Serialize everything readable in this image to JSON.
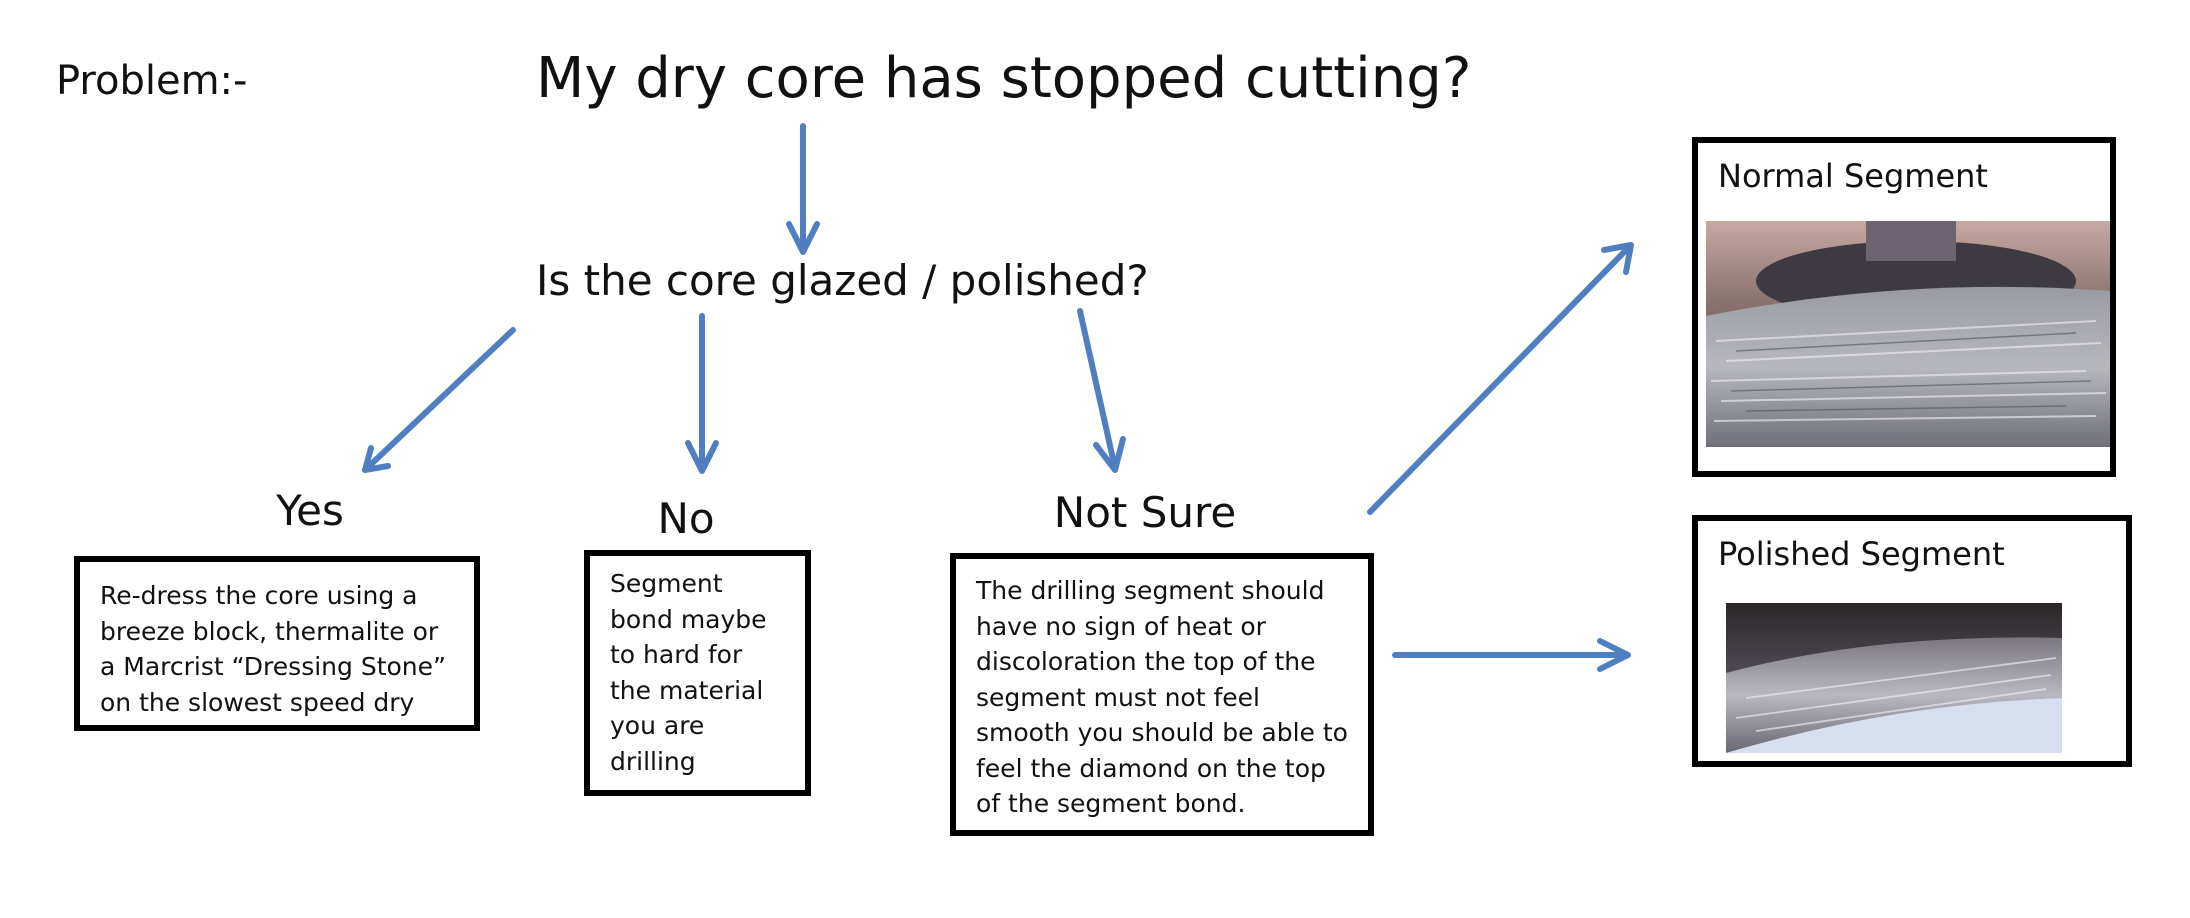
{
  "problem_label": "Problem:-",
  "main_question": "My dry core has stopped cutting?",
  "sub_question": "Is the core glazed / polished?",
  "branches": {
    "yes": {
      "label": "Yes",
      "lines": [
        "Re-dress the core using a",
        "breeze block,  thermalite or",
        "a Marcrist “Dressing Stone”",
        "on the slowest speed dry"
      ]
    },
    "no": {
      "label": "No",
      "lines": [
        "Segment",
        "bond maybe",
        "to hard for",
        "the material",
        "you are",
        "drilling"
      ]
    },
    "not_sure": {
      "label": "Not Sure",
      "lines": [
        "The drilling segment should",
        "have no sign of heat or",
        "discoloration the top of the",
        "segment must not feel",
        "smooth you should be able to",
        "feel the diamond on the top",
        "of the segment bond."
      ]
    }
  },
  "segments": {
    "normal": {
      "title": "Normal Segment"
    },
    "polished": {
      "title": "Polished Segment"
    }
  },
  "colors": {
    "arrow": "#4f7fc0",
    "border": "#000000"
  }
}
